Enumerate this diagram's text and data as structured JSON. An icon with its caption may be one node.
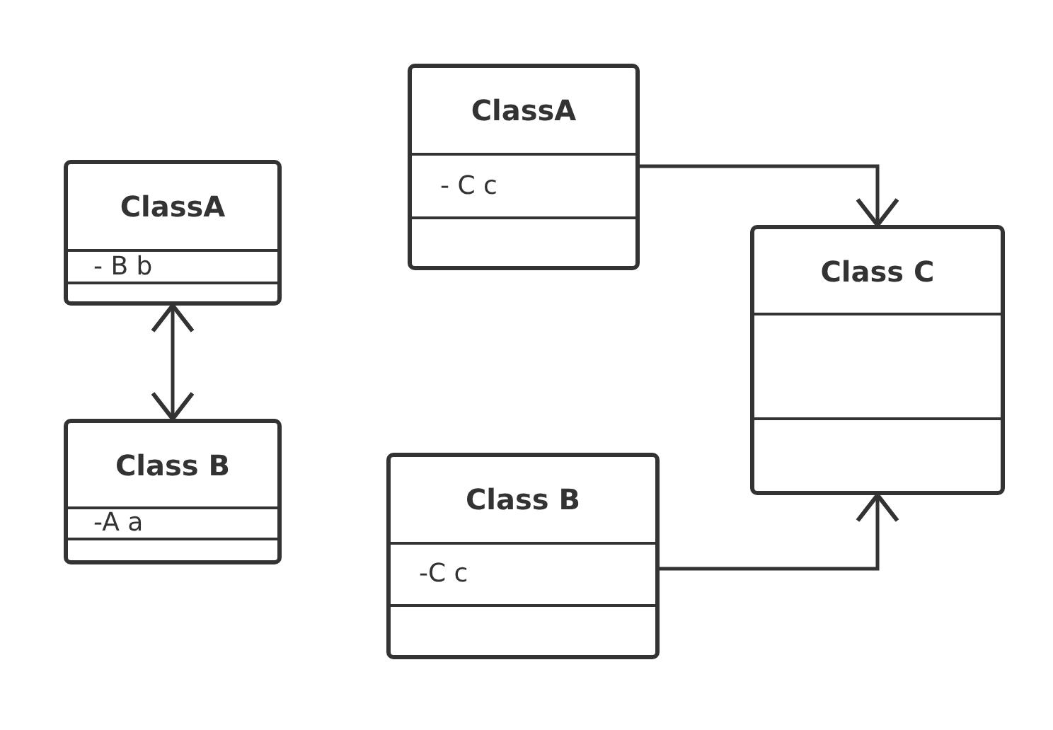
{
  "diagram": {
    "nodes": [
      {
        "text": [
          "ClassA",
          "- B b"
        ]
      },
      {
        "text": [
          "Class B",
          "-A a"
        ]
      },
      {
        "text": [
          "ClassA",
          "- C c"
        ]
      },
      {
        "text": [
          "Class C"
        ]
      },
      {
        "text": [
          "Class B",
          "-C c"
        ]
      }
    ],
    "edges": [
      {
        "from": 0,
        "to": 1,
        "arrow": "both"
      },
      {
        "from": 2,
        "to": 3,
        "arrow": "to"
      },
      {
        "from": 4,
        "to": 3,
        "arrow": "to"
      }
    ]
  }
}
